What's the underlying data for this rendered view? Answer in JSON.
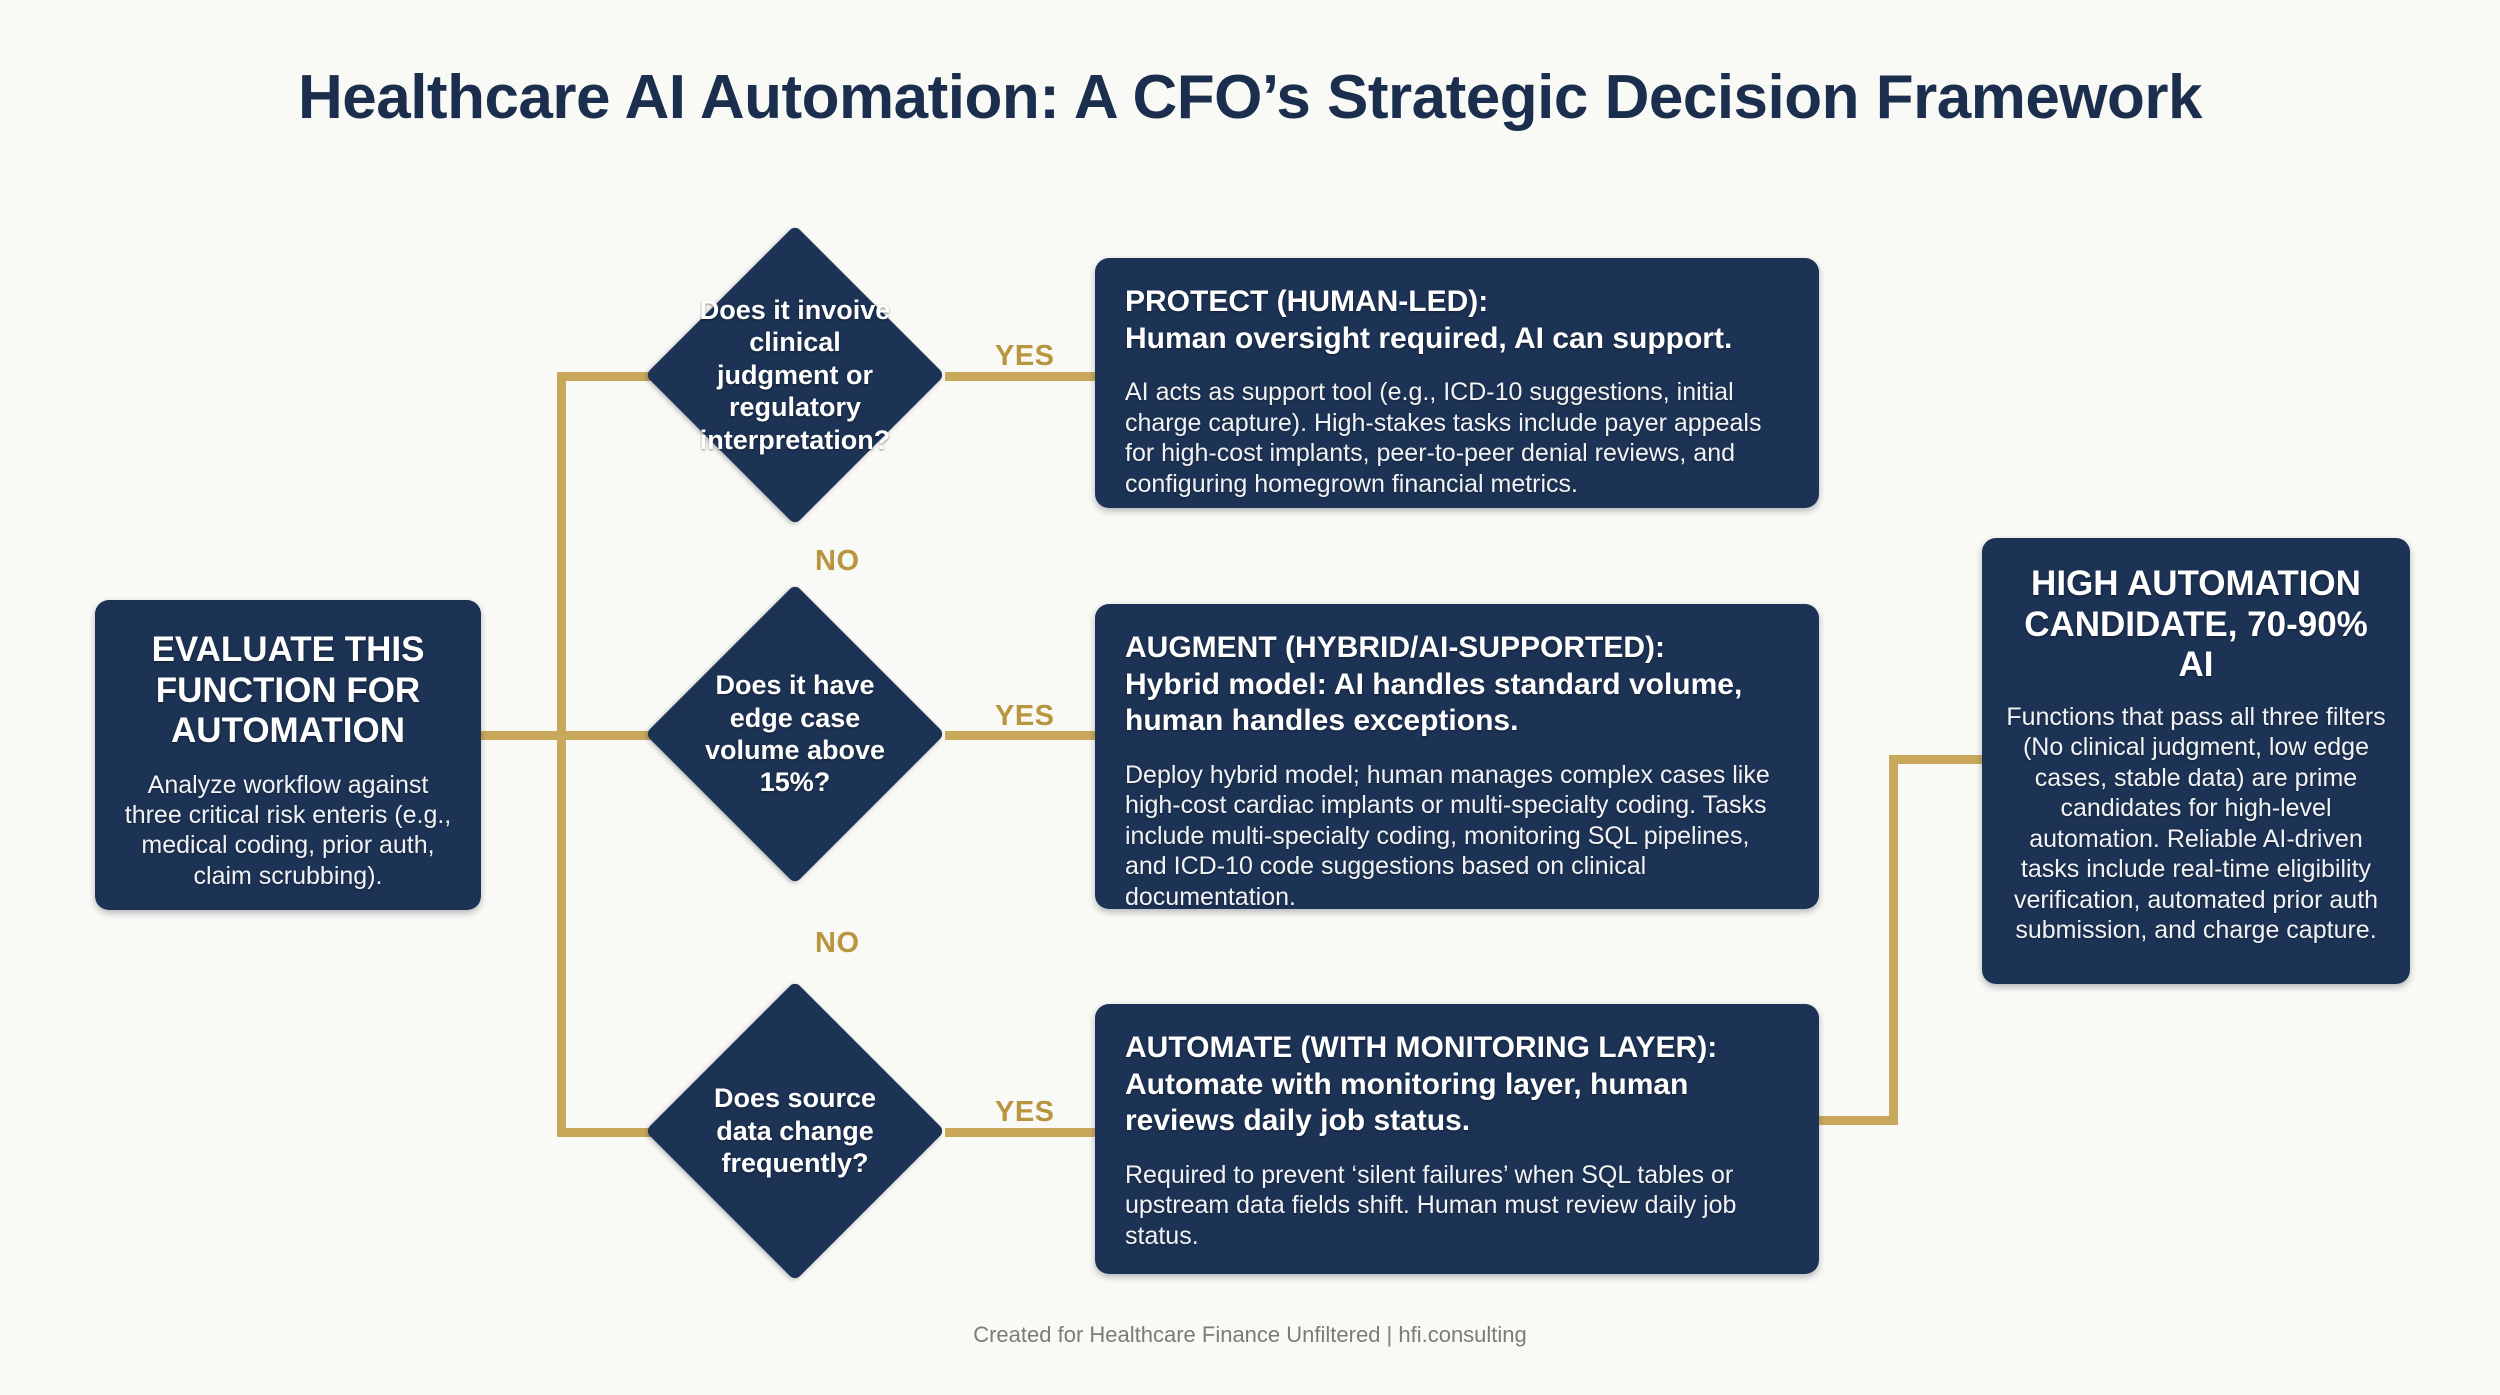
{
  "page": {
    "title": "Healthcare AI Automation: A CFO’s Strategic Decision Framework",
    "footer": "Created for Healthcare Finance Unfiltered | hfi.consulting",
    "background_color": "#f9f9f5",
    "node_color": "#1d3355",
    "connector_color": "#c9a85c",
    "label_color": "#b9953f",
    "title_color": "#1b2e4d"
  },
  "start_node": {
    "title": "EVALUATE THIS FUNCTION FOR AUTOMATION",
    "body": "Analyze workflow against three critical risk enteris (e.g., medical coding, prior auth, claim scrubbing)."
  },
  "decisions": [
    {
      "id": "d1",
      "question": "Does it invoive clinical judgment or regulatory interpretation?"
    },
    {
      "id": "d2",
      "question": "Does it have edge case volume above 15%?"
    },
    {
      "id": "d3",
      "question": "Does source data change frequently?"
    }
  ],
  "edge_labels": {
    "yes_1": "YES",
    "no_1": "NO",
    "yes_2": "YES",
    "no_2": "NO",
    "yes_3": "YES"
  },
  "outcomes": [
    {
      "id": "protect",
      "title": "PROTECT (HUMAN-LED):",
      "subtitle": "Human oversight required, AI can support.",
      "body": "AI acts as support tool (e.g., ICD-10 suggestions, initial charge capture). High-stakes tasks include payer appeals for high-cost implants, peer-to-peer denial reviews, and configuring homegrown financial metrics."
    },
    {
      "id": "augment",
      "title": "AUGMENT (HYBRID/AI-SUPPORTED):",
      "subtitle": "Hybrid model: AI handles standard volume, human handles exceptions.",
      "body": "Deploy hybrid model; human manages complex cases like high-cost cardiac implants or multi-specialty coding. Tasks include multi-specialty coding, monitoring SQL pipelines, and ICD-10 code suggestions based on clinical documentation."
    },
    {
      "id": "automate",
      "title": "AUTOMATE (WITH MONITORING LAYER):",
      "subtitle": "Automate with monitoring layer, human reviews daily job status.",
      "body": "Required to prevent ‘silent failures’ when SQL tables or upstream data fields shift. Human must review daily job status."
    }
  ],
  "final_node": {
    "title": "HIGH AUTOMATION CANDIDATE, 70-90% AI",
    "body": "Functions that pass all three filters (No clinical judgment, low edge cases, stable data) are prime candidates for high-level automation. Reliable AI-driven tasks include real-time eligibility verification, automated prior auth submission, and charge capture."
  }
}
